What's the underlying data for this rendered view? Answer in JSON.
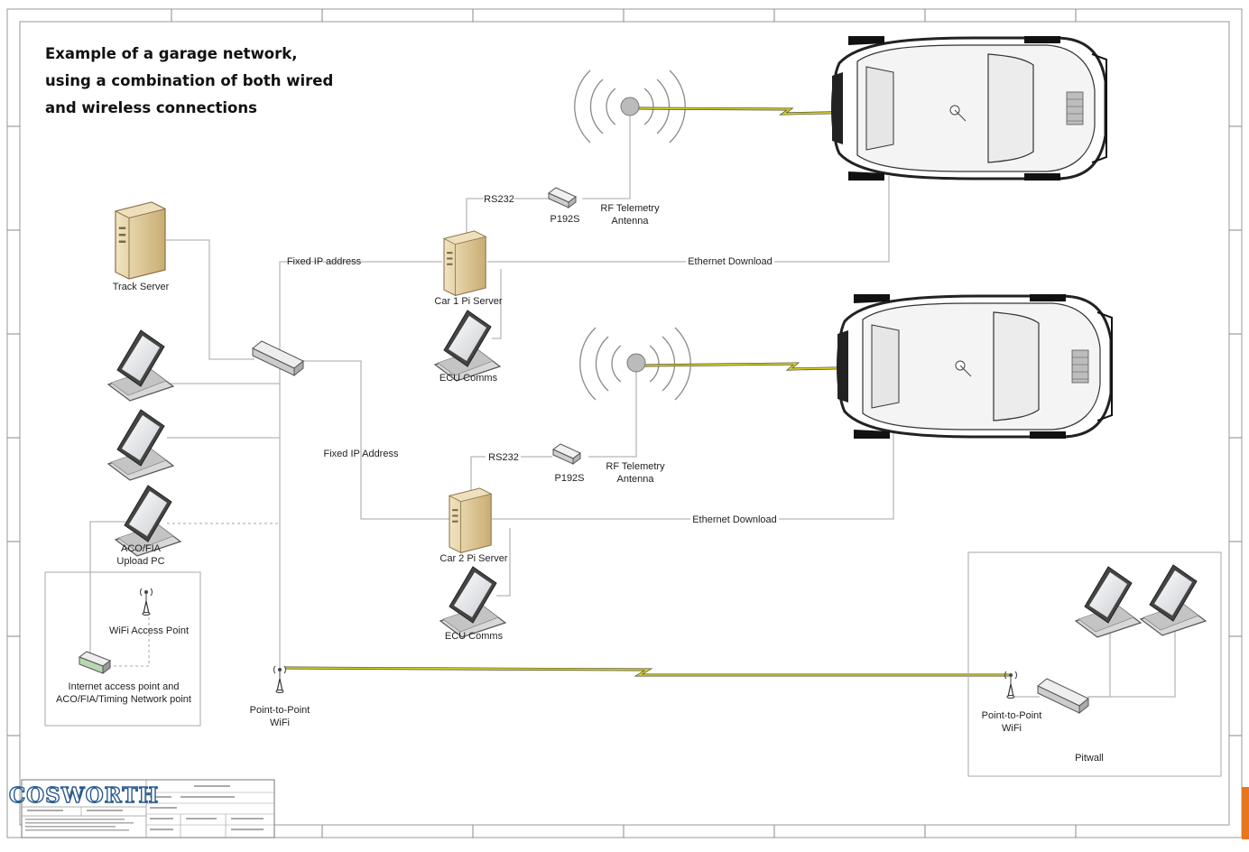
{
  "caption": {
    "line1": "Example of a garage network,",
    "line2": "using a combination of both wired",
    "line3": "and wireless connections"
  },
  "nodes": {
    "track_server": "Track Server",
    "car1_server": "Car 1 Pi Server",
    "car2_server": "Car 2 Pi Server",
    "ecu1": "ECU Comms",
    "ecu2": "ECU Comms",
    "p192s_1": "P192S",
    "p192s_2": "P192S",
    "rf1_line1": "RF Telemetry",
    "rf1_line2": "Antenna",
    "rf2_line1": "RF Telemetry",
    "rf2_line2": "Antenna",
    "aco_line1": "ACO/FIA",
    "aco_line2": "Upload PC",
    "wifi_ap": "WiFi Access Point",
    "internet_line1": "Internet access point and",
    "internet_line2": "ACO/FIA/Timing Network point",
    "p2p_left_line1": "Point-to-Point",
    "p2p_left_line2": "WiFi",
    "p2p_right_line1": "Point-to-Point",
    "p2p_right_line2": "WiFi",
    "pitwall": "Pitwall"
  },
  "links": {
    "rs232_1": "RS232",
    "rs232_2": "RS232",
    "fixed_ip_1": "Fixed IP address",
    "fixed_ip_2": "Fixed IP Address",
    "eth_dl_1": "Ethernet Download",
    "eth_dl_2": "Ethernet Download"
  },
  "title_block": {
    "logo": "COSWORTH"
  },
  "colors": {
    "wire": "#b8b8b8",
    "wireless": "#d9d226",
    "server": "#e3cfa0",
    "accent_tab": "#e8761e"
  }
}
